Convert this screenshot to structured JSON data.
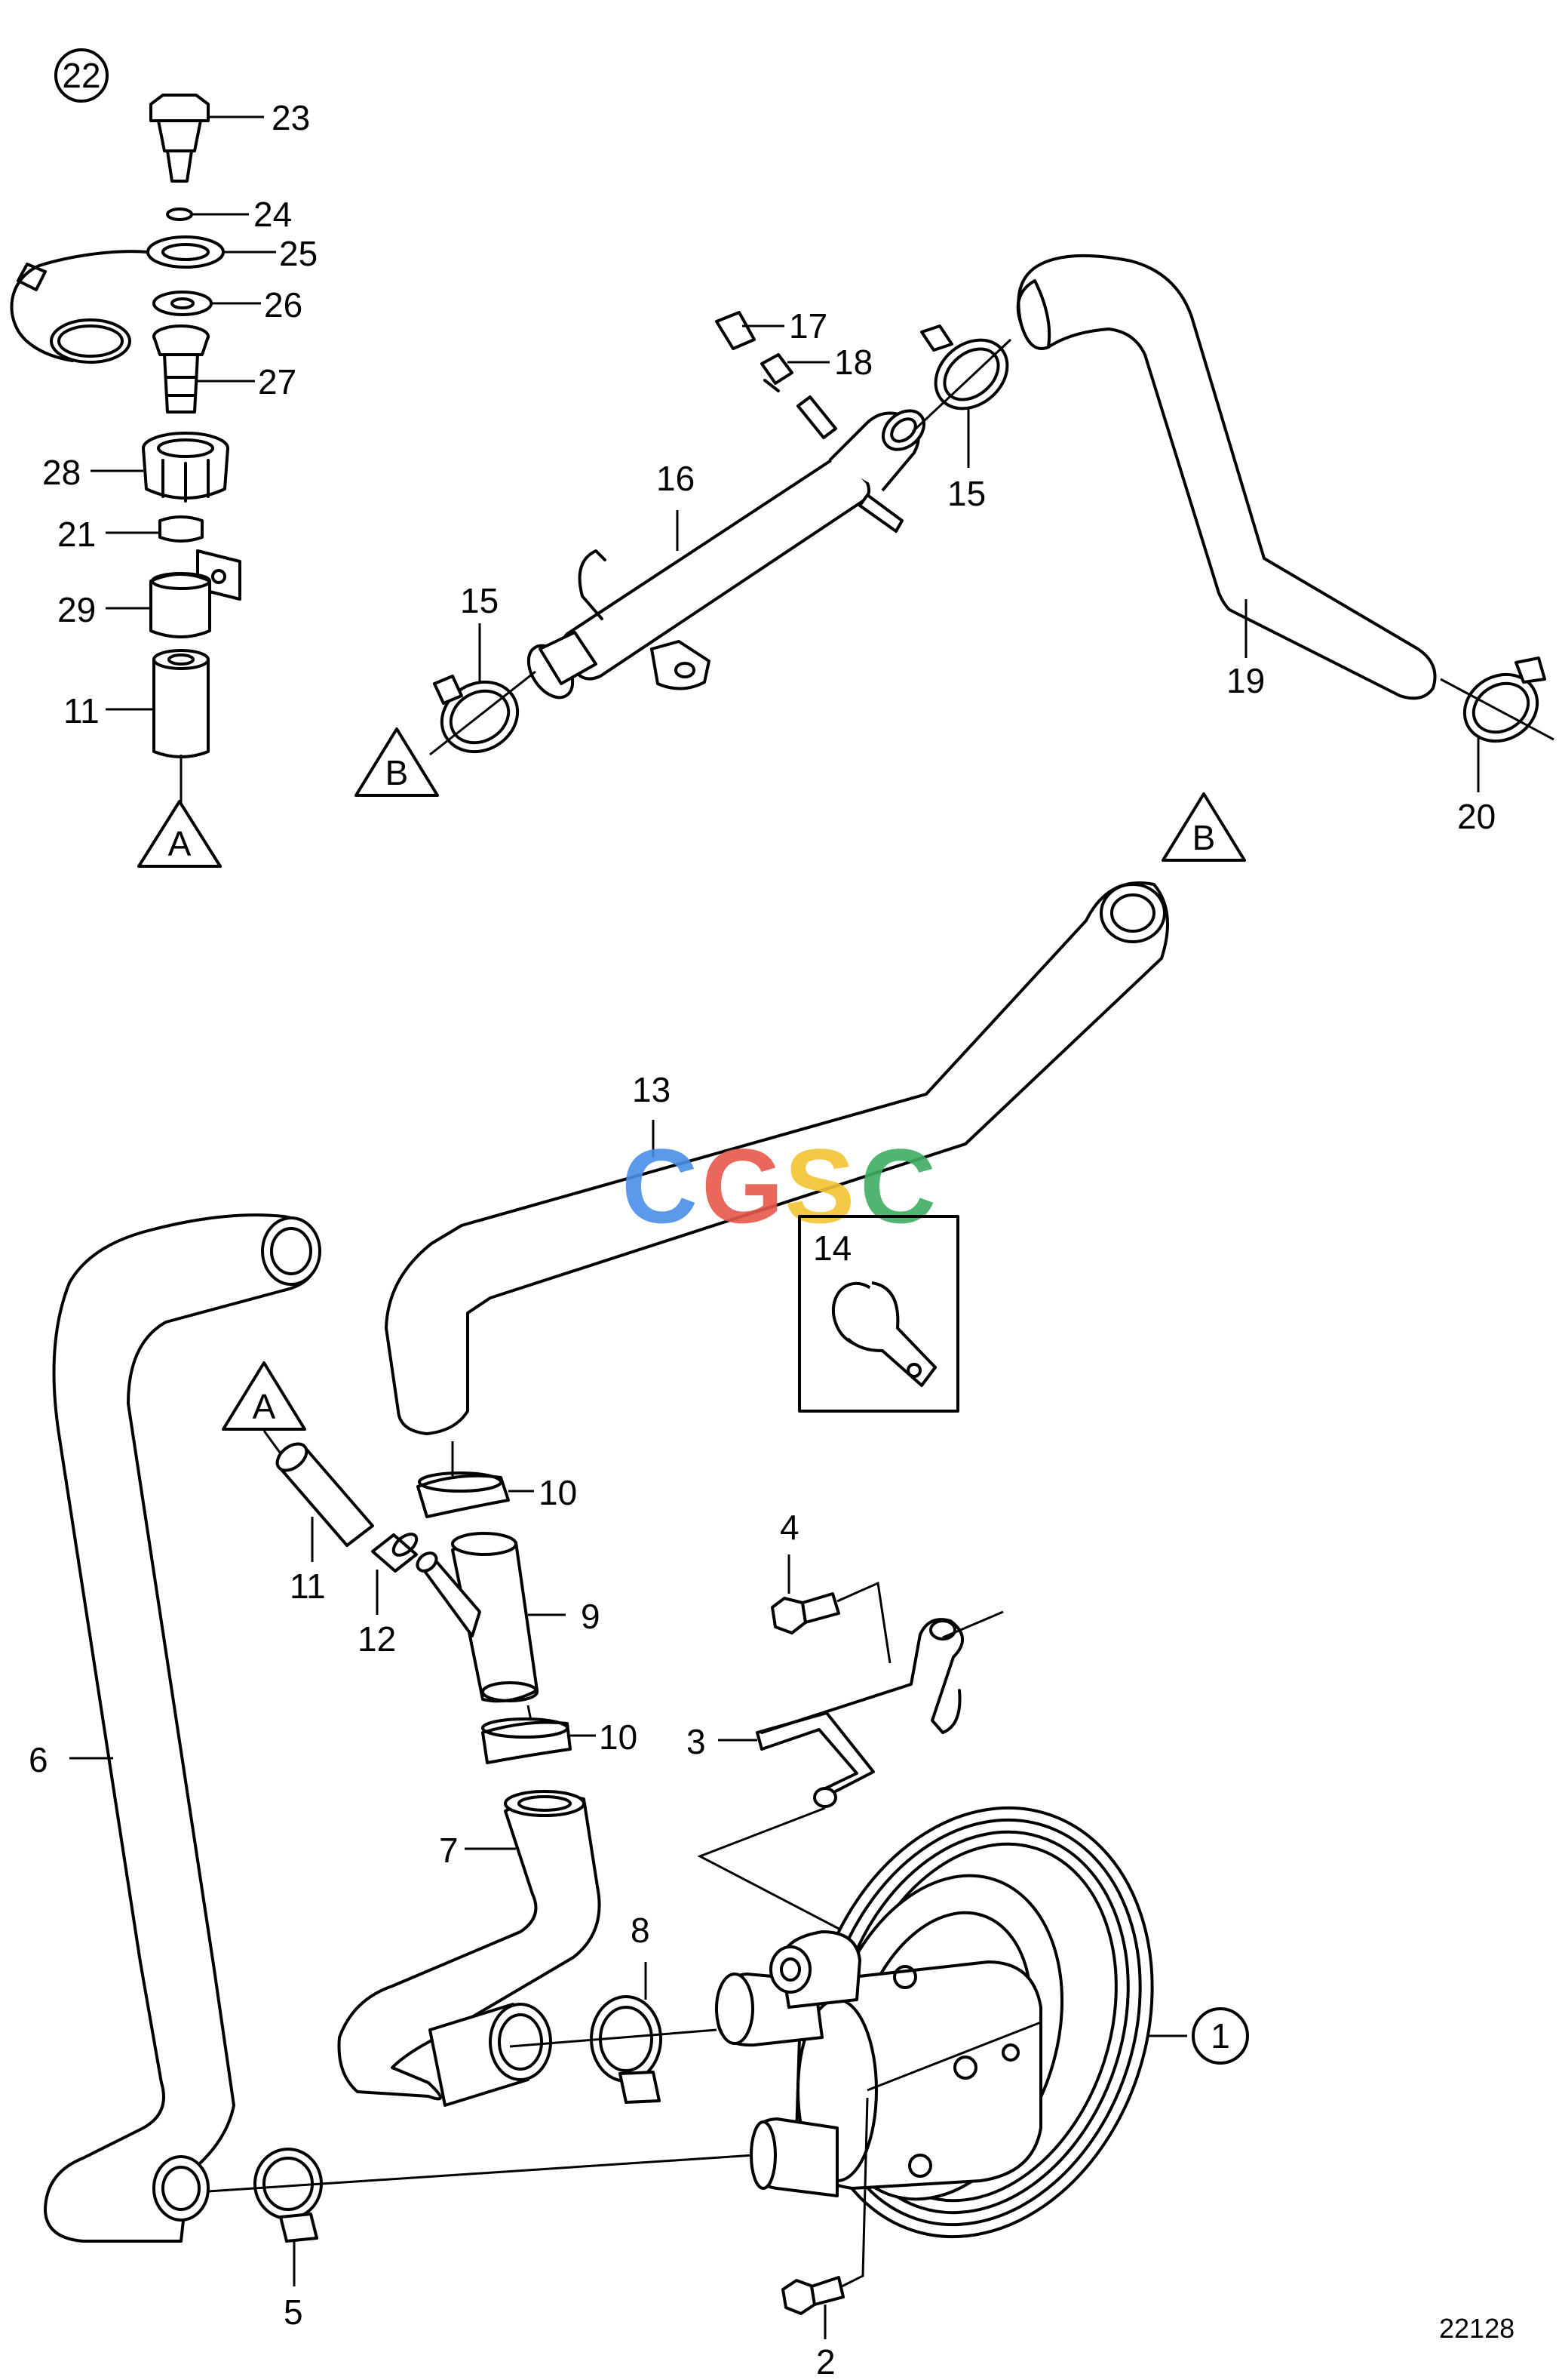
{
  "labels": {
    "l1": "1",
    "l2": "2",
    "l3": "3",
    "l4": "4",
    "l5": "5",
    "l6": "6",
    "l7": "7",
    "l8": "8",
    "l9": "9",
    "l10a": "10",
    "l10b": "10",
    "l11a": "11",
    "l11b": "11",
    "l12": "12",
    "l13": "13",
    "l14": "14",
    "l15a": "15",
    "l15b": "15",
    "l16": "16",
    "l17": "17",
    "l18": "18",
    "l19": "19",
    "l20": "20",
    "l21": "21",
    "l22": "22",
    "l23": "23",
    "l24": "24",
    "l25": "25",
    "l26": "26",
    "l27": "27",
    "l28": "28",
    "l29": "29"
  },
  "connectors": {
    "a_top": "A",
    "a_mid": "A",
    "b_left": "B",
    "b_right": "B"
  },
  "watermark": {
    "c1": "C",
    "g": "G",
    "s": "S",
    "c2": "C"
  },
  "drawing_code": "22128",
  "colors": {
    "wm_blue": "#4a8fe8",
    "wm_red": "#e8574a",
    "wm_yellow": "#f2c431",
    "wm_green": "#3fae62"
  }
}
